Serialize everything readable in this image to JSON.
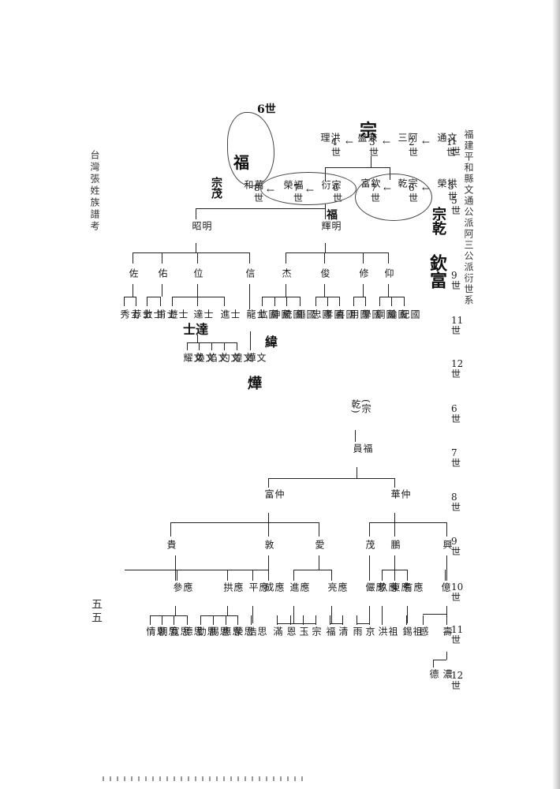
{
  "title": "福建平和縣文通公派阿三公派衍世系",
  "side_title": "台灣張姓族譜考",
  "page_number": "五五",
  "gen_labels": [
    "1世",
    "2世",
    "3世",
    "4世",
    "5世",
    "6世",
    "7世",
    "8世",
    "9世",
    "10世",
    "11世",
    "12世"
  ],
  "top": {
    "chain": [
      "文通",
      "阿三",
      "兼盛",
      "洪理"
    ],
    "gen_marks": [
      "1世",
      "2世",
      "3世",
      "4世"
    ],
    "second_chain": [
      "宗乾",
      "欽富"
    ],
    "second_marks": [
      "6世",
      "7世"
    ],
    "left_chain": [
      "宗衍",
      "福榮",
      "萬和"
    ],
    "left_marks": [
      "6世",
      "7世",
      "8世"
    ],
    "gong": "拱榮",
    "gong_mark": "5世",
    "ming": [
      "明昭",
      "明輝"
    ],
    "g10_left": [
      "佐",
      "佑",
      "位",
      "信"
    ],
    "g10_right": [
      "杰",
      "俊",
      "修",
      "仰"
    ],
    "g11_left": [
      "士秀",
      "士荐",
      "士敦",
      "士甫",
      "士遊",
      "士達",
      "士進",
      "士龍"
    ],
    "g11_right": [
      "國紘",
      "國紳",
      "國統",
      "國繩",
      "國忠",
      "國孝",
      "國喜",
      "國用",
      "國學",
      "國綱",
      "國綸",
      "國紀"
    ],
    "g12": [
      "文耀",
      "文煥",
      "文焰",
      "文灼",
      "文煌",
      "文燁"
    ]
  },
  "bottom": {
    "root": "(宗乾)",
    "fu": "福員",
    "g8": [
      "仲富",
      "仲華"
    ],
    "g9_left": [
      "貴",
      "敦",
      "愛"
    ],
    "g9_right": [
      "茂",
      "鵬",
      "興"
    ],
    "g10": [
      "應參",
      "應拱",
      "應平",
      "應成",
      "應進",
      "應亮",
      "應儼",
      "應玖",
      "應東",
      "應有",
      "億"
    ],
    "g11": [
      "思情",
      "思朝",
      "思寬",
      "思德",
      "思勤",
      "思賜",
      "思惠",
      "思榮",
      "思浩",
      "滿",
      "恩",
      "玉",
      "宗",
      "福",
      "清",
      "雨",
      "京",
      "祖洪",
      "祖錫",
      "感",
      "壽"
    ],
    "g12": [
      "德",
      "濃"
    ]
  },
  "handwriting": {
    "h1": "6世",
    "h2": "福",
    "h3": "宗茂",
    "h4": "宗",
    "h5": "宗乾",
    "h6": "欽富",
    "h7": "士達",
    "h8": "緯",
    "h9": "燁",
    "h10": "福"
  }
}
